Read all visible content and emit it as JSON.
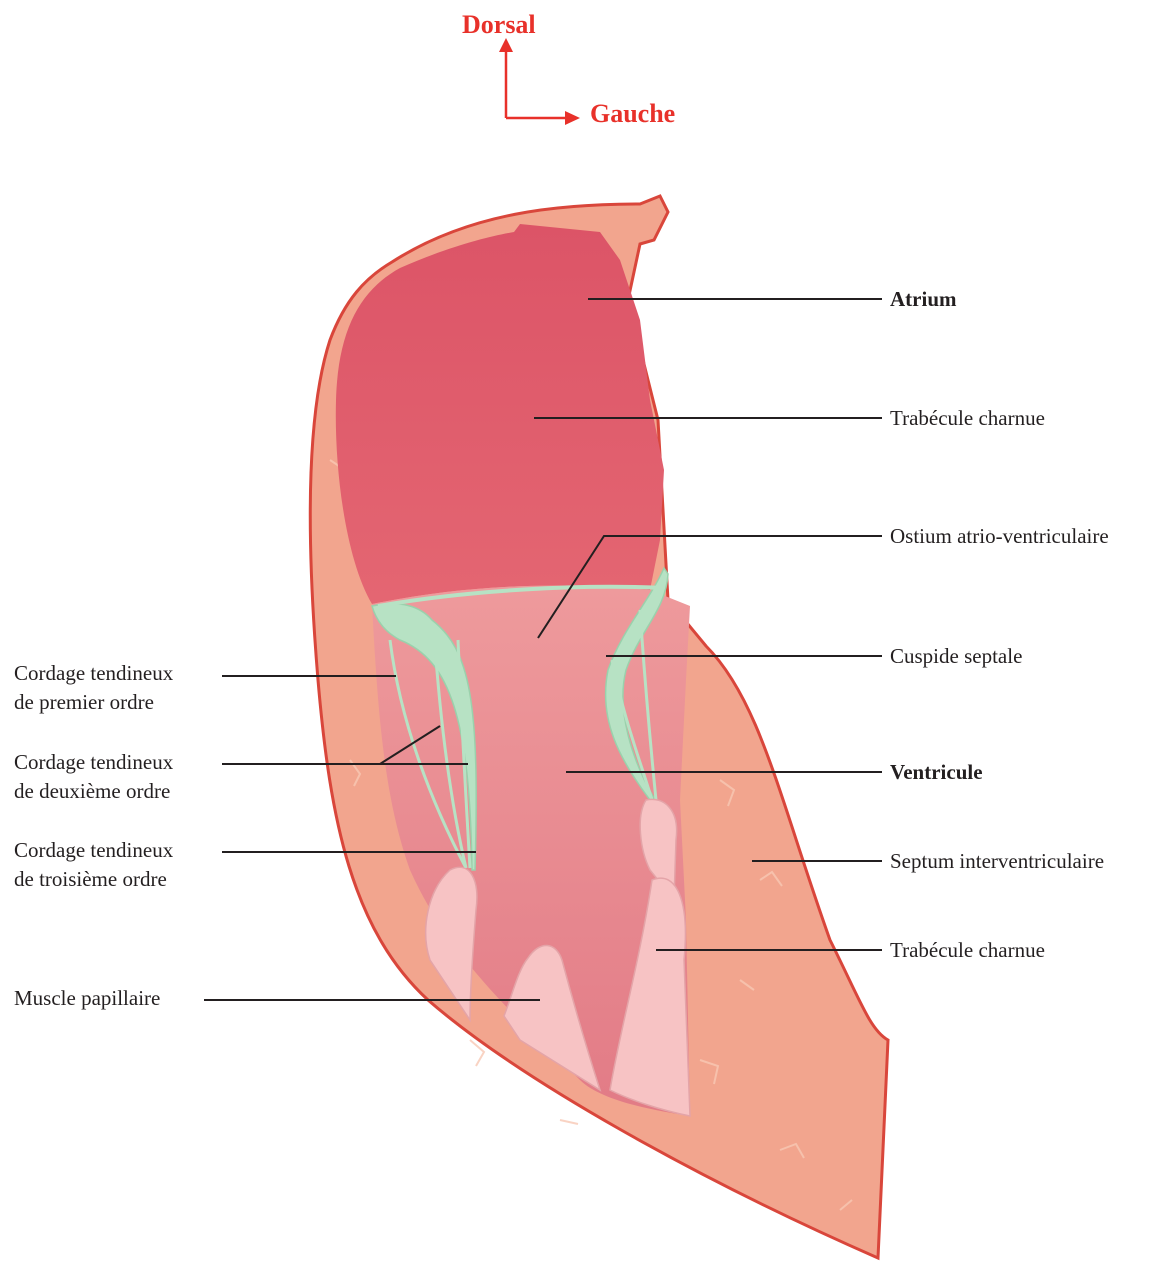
{
  "orientation": {
    "dorsal": "Dorsal",
    "gauche": "Gauche",
    "color": "#e8312a"
  },
  "labels_right": {
    "atrium": "Atrium",
    "trabecule_top": "Trabécule charnue",
    "ostium": "Ostium atrio-ventriculaire",
    "cuspide": "Cuspide septale",
    "ventricule": "Ventricule",
    "septum": "Septum interventriculaire",
    "trabecule_bottom": "Trabécule charnue"
  },
  "labels_left": {
    "cordage1_line1": "Cordage tendineux",
    "cordage1_line2": "de premier ordre",
    "cordage2_line1": "Cordage tendineux",
    "cordage2_line2": "de deuxième ordre",
    "cordage3_line1": "Cordage tendineux",
    "cordage3_line2": "de troisième ordre",
    "muscle": "Muscle papillaire"
  },
  "colors": {
    "outline": "#d9463b",
    "wall": "#f2a58e",
    "chamber": "#e0606e",
    "ventricle_lumen": "#e98a8f",
    "cusp": "#b7e2c4",
    "papillary": "#f7c3c4"
  }
}
